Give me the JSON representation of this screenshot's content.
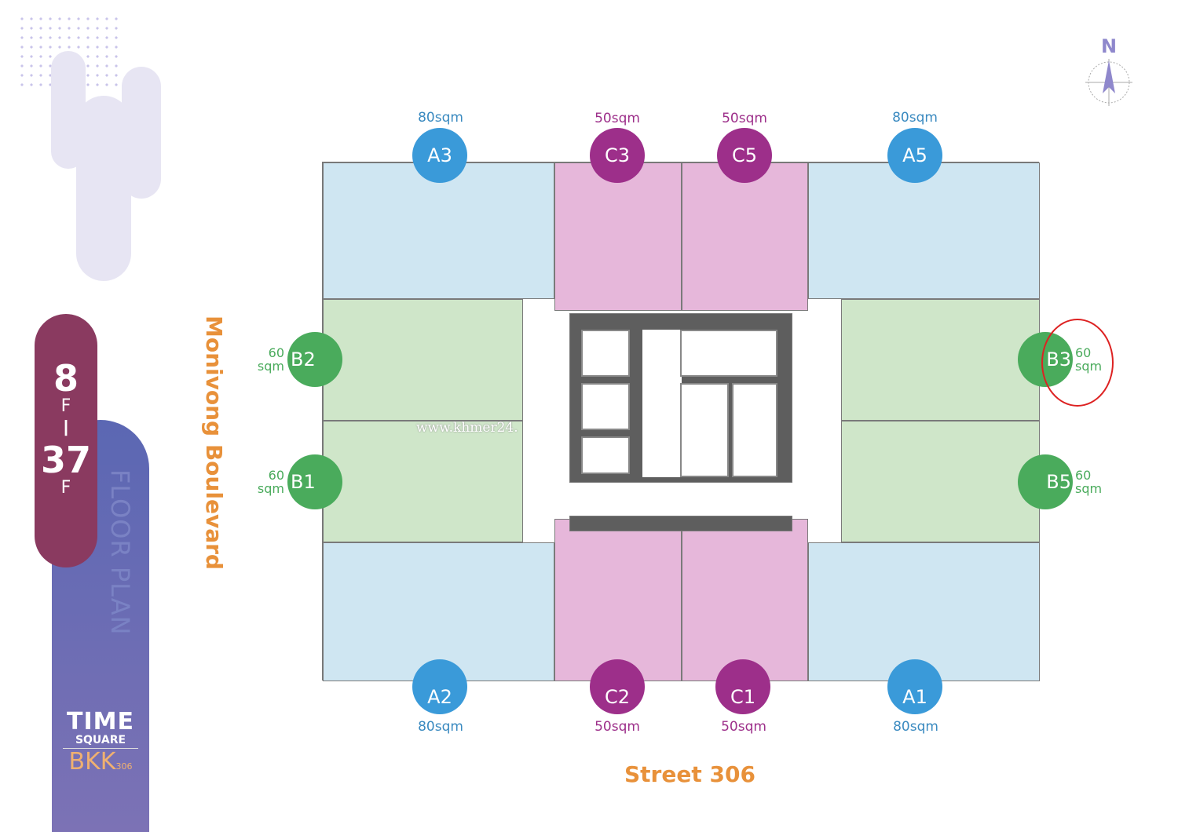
{
  "floors": {
    "from": "8",
    "from_unit": "F",
    "separator": "I",
    "to": "37",
    "to_unit": "F"
  },
  "side_title": "FLOOR PLAN",
  "logo": {
    "line1": "TIME",
    "line2": "SQUARE",
    "line3": "BKK",
    "line3_sub": "306"
  },
  "streets": {
    "west": "Monivong Boulevard",
    "south": "Street 306"
  },
  "compass": "N",
  "watermark": "www.khmer24.",
  "units": {
    "A3": {
      "label": "A3",
      "area": "80sqm"
    },
    "C3": {
      "label": "C3",
      "area": "50sqm"
    },
    "C5": {
      "label": "C5",
      "area": "50sqm"
    },
    "A5": {
      "label": "A5",
      "area": "80sqm"
    },
    "B2": {
      "label": "B2",
      "area1": "60",
      "area2": "sqm"
    },
    "B1": {
      "label": "B1",
      "area1": "60",
      "area2": "sqm"
    },
    "B3": {
      "label": "B3",
      "area1": "60",
      "area2": "sqm"
    },
    "B5": {
      "label": "B5",
      "area1": "60",
      "area2": "sqm"
    },
    "A2": {
      "label": "A2",
      "area": "80sqm"
    },
    "C2": {
      "label": "C2",
      "area": "50sqm"
    },
    "C1": {
      "label": "C1",
      "area": "50sqm"
    },
    "A1": {
      "label": "A1",
      "area": "80sqm"
    }
  },
  "colors": {
    "typeA": "#3a9ad9",
    "typeB": "#4aab5c",
    "typeC": "#9d2f8a",
    "street": "#e8913a"
  }
}
